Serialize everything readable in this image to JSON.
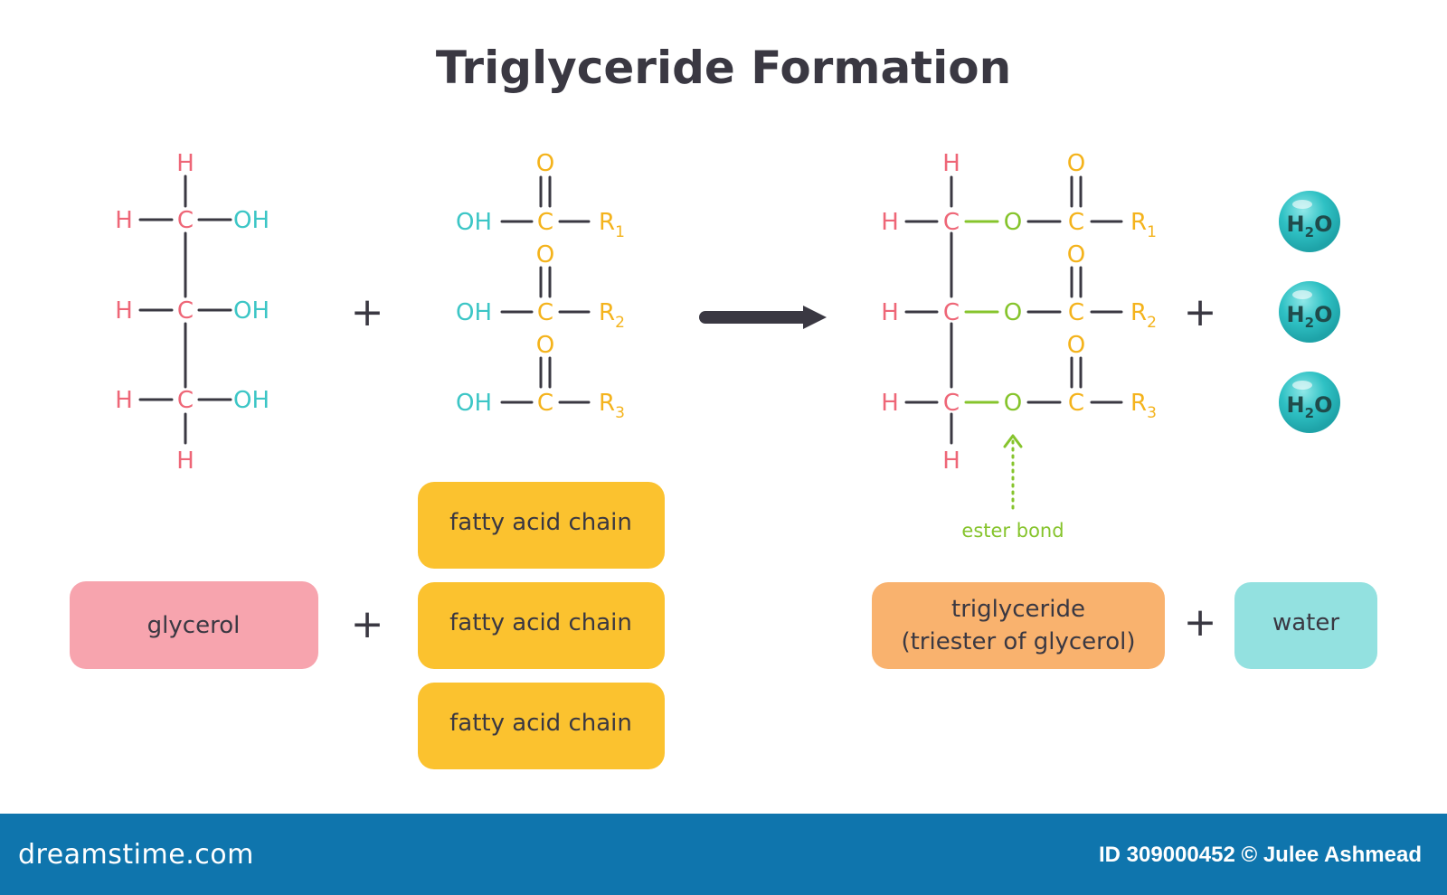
{
  "title": "Triglyceride Formation",
  "colors": {
    "hydrogen": "#ee6677",
    "hydroxyl": "#3cc6c6",
    "acid": "#f4b31c",
    "ester": "#86c42c",
    "glycerol_box": "#f7a4ae",
    "fatty_acid_box": "#fbc22f",
    "triglyceride_box": "#f9b26e",
    "water_box": "#93e1e0",
    "water_bead": "#2fc1c4",
    "footer": "#0f75ad",
    "text": "#3a3842"
  },
  "atoms": {
    "H": "H",
    "C": "C",
    "O": "O",
    "OH": "OH",
    "R": "R"
  },
  "r_subscripts": [
    "1",
    "2",
    "3"
  ],
  "operators": {
    "plus": "+"
  },
  "water_molecule": {
    "main": "H",
    "sub": "2",
    "end": "O"
  },
  "ester_bond_label": "ester bond",
  "labels": {
    "glycerol": "glycerol",
    "fatty_acid_chains": [
      "fatty acid chain",
      "fatty acid chain",
      "fatty acid chain"
    ],
    "triglyceride_line1": "triglyceride",
    "triglyceride_line2": "(triester of glycerol)",
    "water": "water"
  },
  "footer": {
    "logo": "dreamstime.com",
    "credit": "ID 309000452 © Julee Ashmead"
  }
}
